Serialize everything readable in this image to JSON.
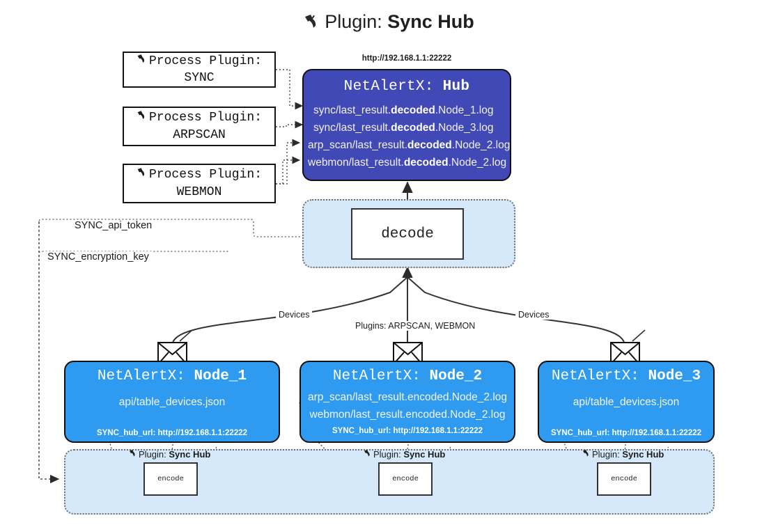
{
  "title": {
    "icon": "plug-icon",
    "prefix": "Plugin:",
    "name": "Sync Hub"
  },
  "process_plugins": [
    {
      "icon": "plug-icon",
      "heading": "Process Plugin:",
      "name": "SYNC"
    },
    {
      "icon": "plug-icon",
      "heading": "Process Plugin:",
      "name": "ARPSCAN"
    },
    {
      "icon": "plug-icon",
      "heading": "Process Plugin:",
      "name": "WEBMON"
    }
  ],
  "hub": {
    "url": "http://192.168.1.1:22222",
    "title_prefix": "NetAlertX:",
    "title_name": "Hub",
    "logs": [
      {
        "pre": "sync/last_result.",
        "em": "decoded",
        "post": ".Node_1.log"
      },
      {
        "pre": "sync/last_result.",
        "em": "decoded",
        "post": ".Node_3.log"
      },
      {
        "pre": "arp_scan/last_result.",
        "em": "decoded",
        "post": ".Node_2.log"
      },
      {
        "pre": "webmon/last_result.",
        "em": "decoded",
        "post": ".Node_2.log"
      }
    ]
  },
  "decode": {
    "label": "decode"
  },
  "keys": {
    "api_token": "SYNC_api_token",
    "encryption_key": "SYNC_encryption_key"
  },
  "edges": {
    "devices_left": "Devices",
    "devices_right": "Devices",
    "plugins_center": "Plugins: ARPSCAN, WEBMON"
  },
  "nodes": [
    {
      "icon": "envelope-icon",
      "title_prefix": "NetAlertX:",
      "title_name": "Node_1",
      "lines": [
        "api/table_devices.json"
      ],
      "hub_url_label": "SYNC_hub_url: http://192.168.1.1:22222"
    },
    {
      "icon": "envelope-icon",
      "title_prefix": "NetAlertX:",
      "title_name": "Node_2",
      "lines": [
        "arp_scan/last_result.encoded.Node_2.log",
        "webmon/last_result.encoded.Node_2.log"
      ],
      "hub_url_label": "SYNC_hub_url: http://192.168.1.1:22222"
    },
    {
      "icon": "envelope-icon",
      "title_prefix": "NetAlertX:",
      "title_name": "Node_3",
      "lines": [
        "api/table_devices.json"
      ],
      "hub_url_label": "SYNC_hub_url: http://192.168.1.1:22222"
    }
  ],
  "encoders": [
    {
      "icon": "plug-icon",
      "prefix": "Plugin:",
      "name": "Sync Hub",
      "box_label": "encode"
    },
    {
      "icon": "plug-icon",
      "prefix": "Plugin:",
      "name": "Sync Hub",
      "box_label": "encode"
    },
    {
      "icon": "plug-icon",
      "prefix": "Plugin:",
      "name": "Sync Hub",
      "box_label": "encode"
    }
  ],
  "colors": {
    "hub": "#4049b6",
    "node": "#2e9bf0",
    "cluster": "#d6e9fb",
    "line": "#333333"
  }
}
